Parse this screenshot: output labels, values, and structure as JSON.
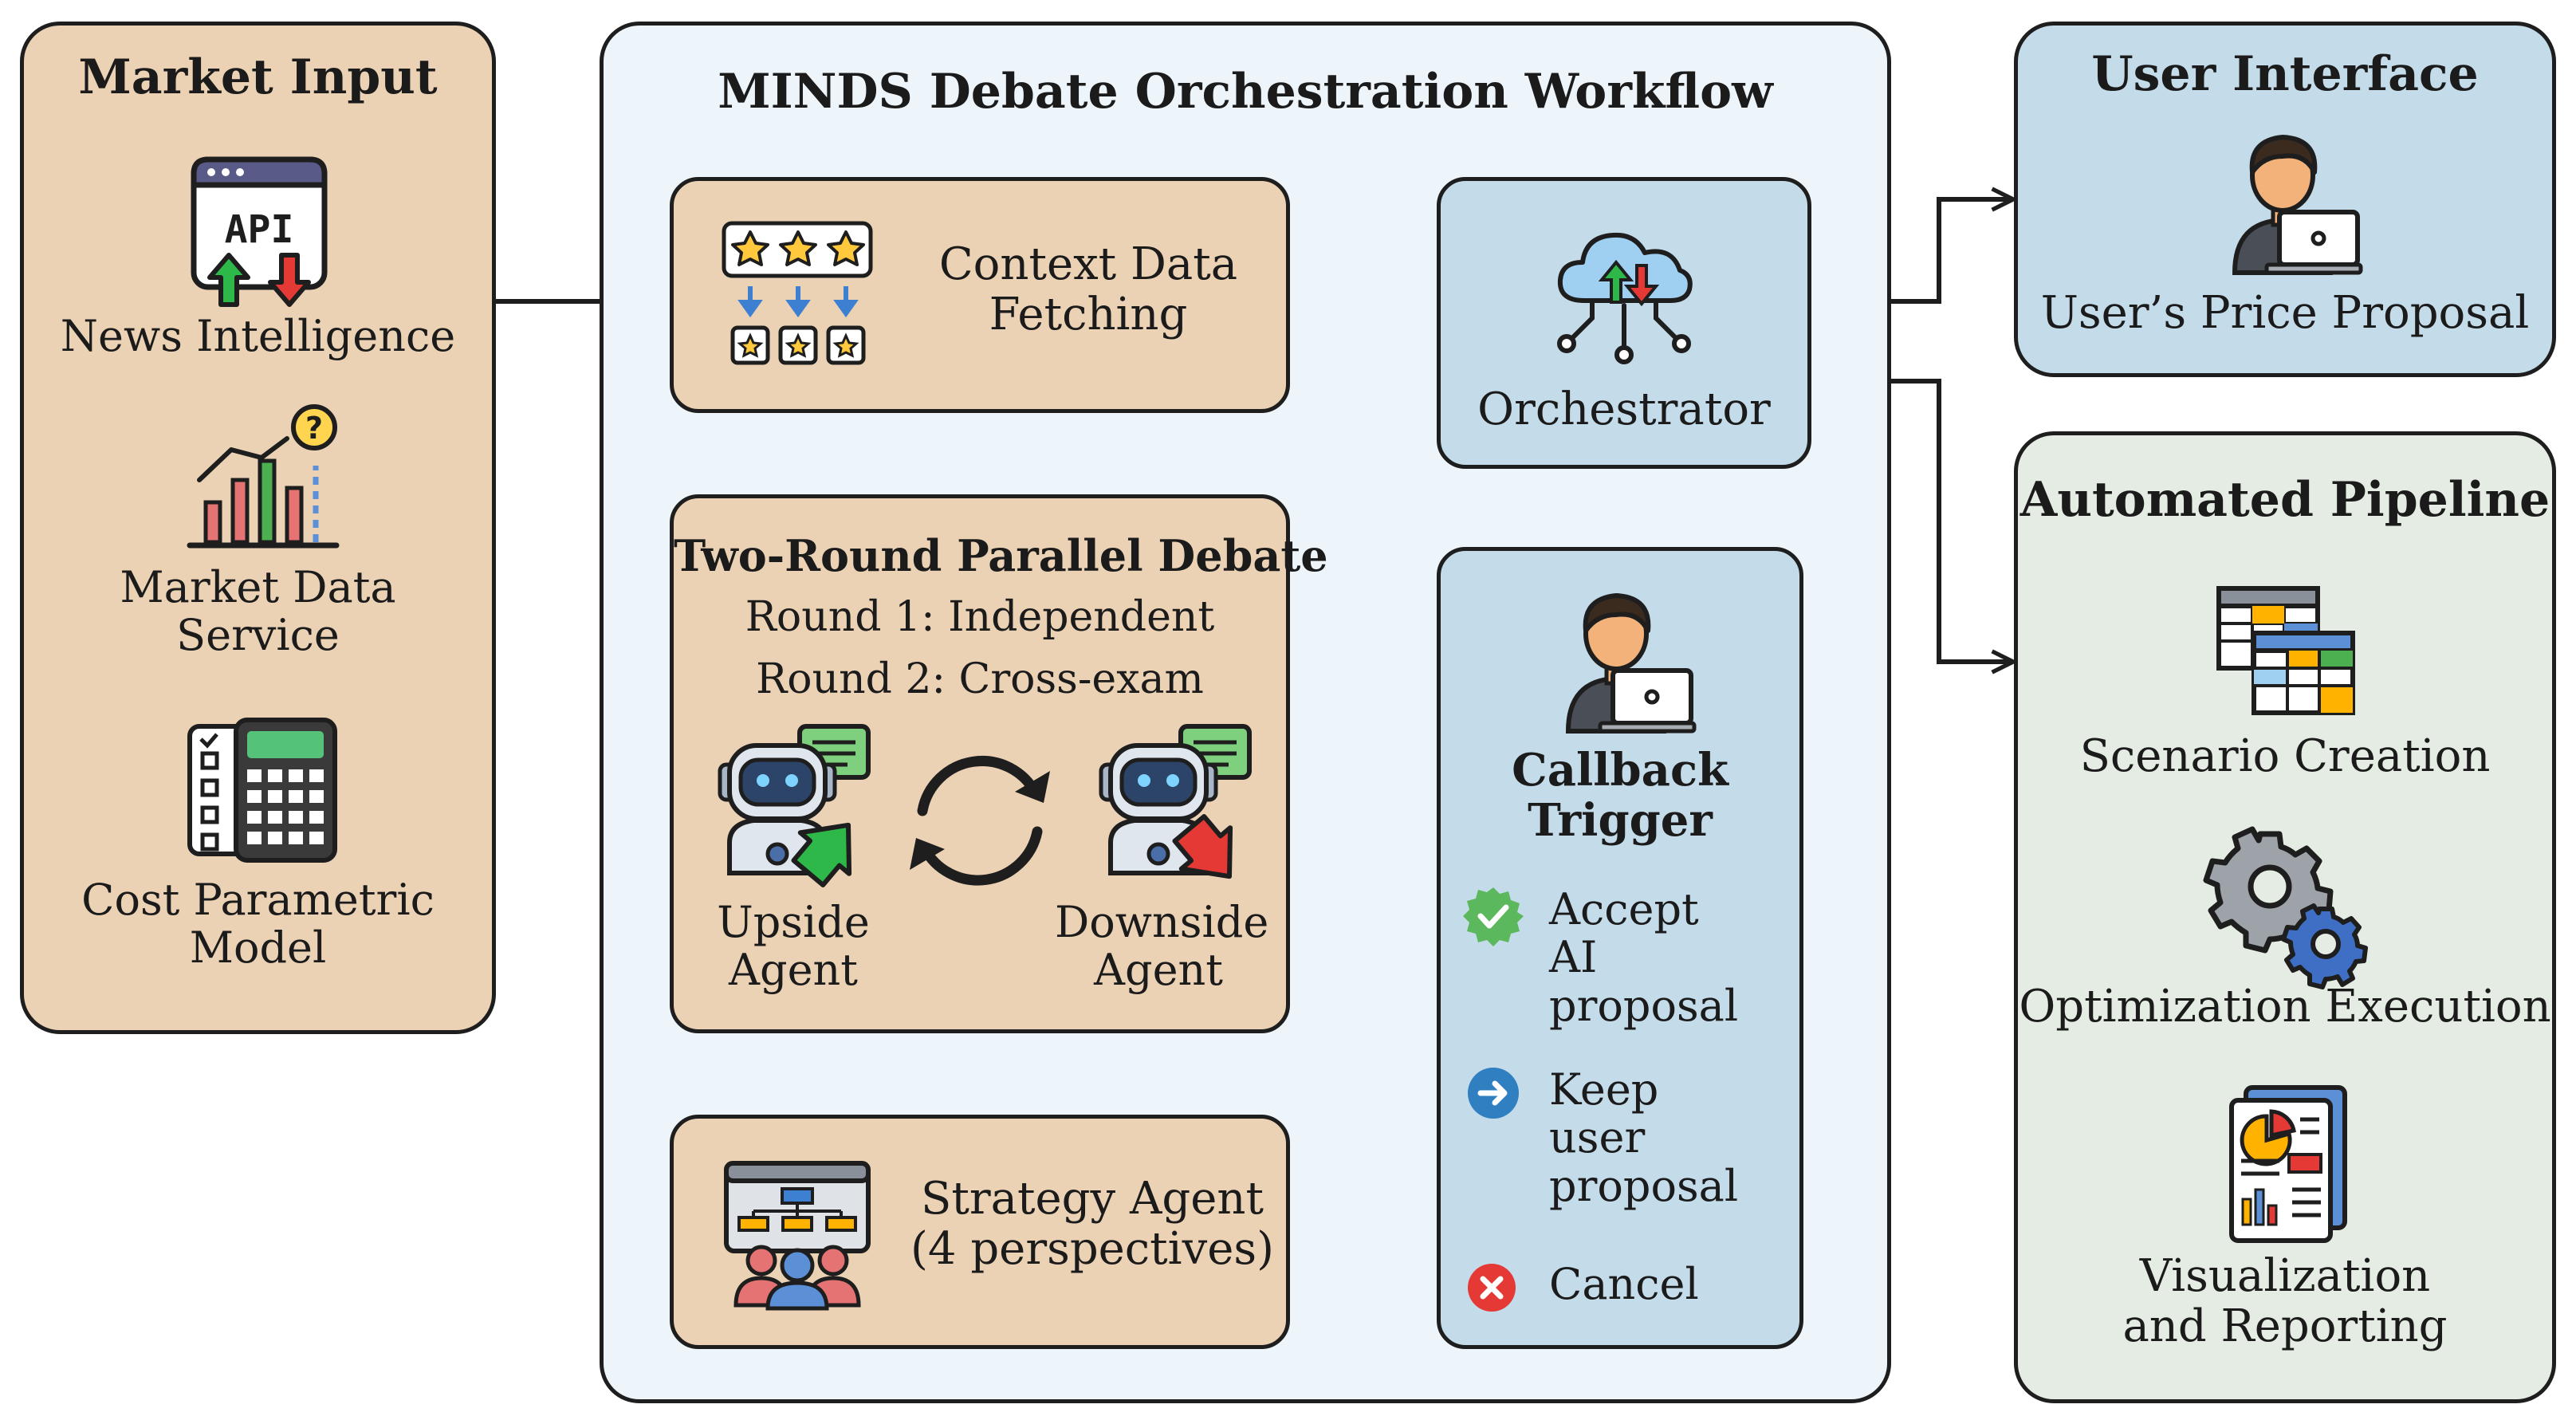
{
  "market_input": {
    "title": "Market Input",
    "items": [
      {
        "label": "News Intelligence",
        "icon": "api-icon",
        "icon_text": "API"
      },
      {
        "label": "Market Data\nService",
        "icon": "bar-chart-question-icon",
        "icon_text": "?"
      },
      {
        "label": "Cost Parametric\nModel",
        "icon": "calculator-icon"
      }
    ]
  },
  "workflow": {
    "title": "MINDS Debate Orchestration Workflow",
    "context": {
      "label": "Context Data\nFetching",
      "icon": "rating-stars-icon"
    },
    "debate": {
      "title": "Two-Round Parallel Debate",
      "round1": "Round 1: Independent",
      "round2": "Round 2: Cross-exam",
      "upside_agent": "Upside\nAgent",
      "downside_agent": "Downside\nAgent"
    },
    "strategy": {
      "label": "Strategy Agent\n(4 perspectives)",
      "icon": "team-flowchart-icon"
    },
    "orchestrator": {
      "label": "Orchestrator",
      "icon": "cloud-network-icon"
    },
    "callback": {
      "title": "Callback\nTrigger",
      "options": [
        {
          "label": "Accept\nAI\nproposal",
          "icon": "check-badge-icon",
          "color": "#5cb85c"
        },
        {
          "label": "Keep\nuser\nproposal",
          "icon": "arrow-right-circle-icon",
          "color": "#2f7fc1"
        },
        {
          "label": "Cancel",
          "icon": "close-circle-icon",
          "color": "#e53935"
        }
      ]
    }
  },
  "user_interface": {
    "title": "User Interface",
    "label": "User’s Price Proposal",
    "icon": "user-laptop-icon"
  },
  "pipeline": {
    "title": "Automated Pipeline",
    "items": [
      {
        "label": "Scenario Creation",
        "icon": "spreadsheet-icon"
      },
      {
        "label": "Optimization Execution",
        "icon": "gears-icon"
      },
      {
        "label": "Visualization\nand Reporting",
        "icon": "report-icon"
      }
    ]
  },
  "colors": {
    "tan": "#ebd2b5",
    "blue": "#c4dbea",
    "ice": "#eef5fa",
    "sage": "#e4ece3",
    "outline": "#1e1e1e",
    "arrow_up": "#2eb84a",
    "arrow_down": "#e53935"
  }
}
